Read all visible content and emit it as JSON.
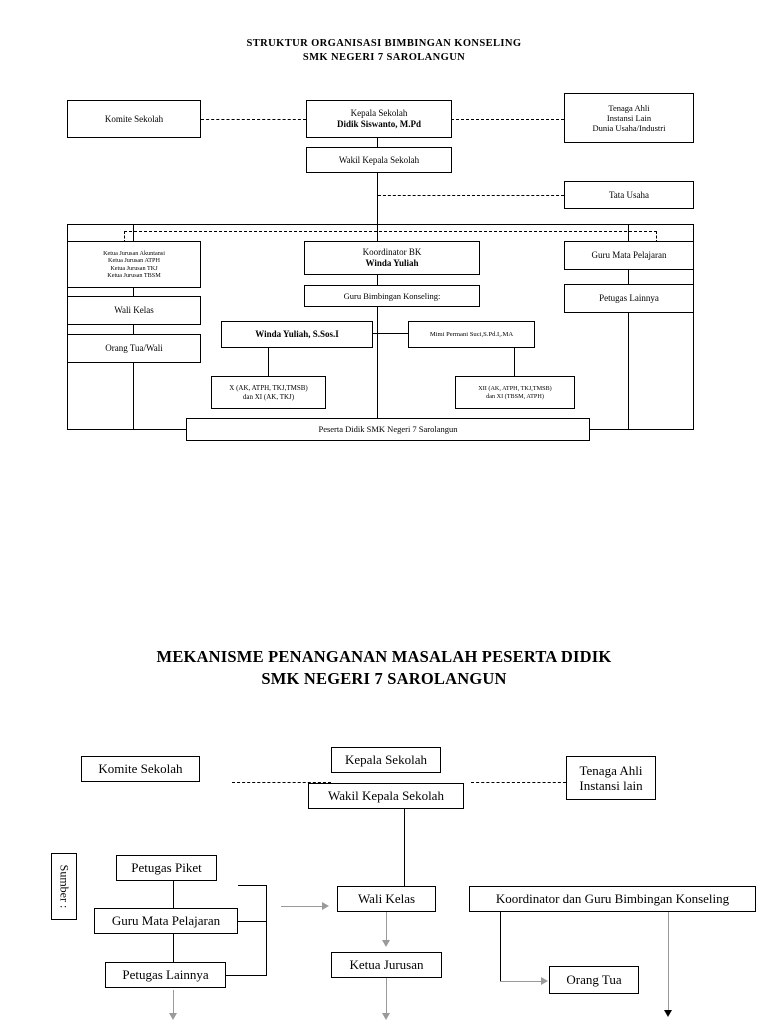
{
  "diagram1": {
    "title_line1": "STRUKTUR ORGANISASI BIMBINGAN KONSELING",
    "title_line2": "SMK NEGERI 7 SAROLANGUN",
    "nodes": {
      "komite_sekolah": "Komite Sekolah",
      "kepala_sekolah_label": "Kepala Sekolah",
      "kepala_sekolah_name": "Didik Siswanto, M.Pd",
      "tenaga_ahli_l1": "Tenaga Ahli",
      "tenaga_ahli_l2": "Instansi Lain",
      "tenaga_ahli_l3": "Dunia Usaha/Industri",
      "wakil_kepala_sekolah": "Wakil Kepala Sekolah",
      "tata_usaha": "Tata Usaha",
      "ketua_jurusan_l1": "Ketua Jurusan Akuntansi",
      "ketua_jurusan_l2": "Ketua Jurusan ATPH",
      "ketua_jurusan_l3": "Ketua Jurusan TKJ",
      "ketua_jurusan_l4": "Ketua Jurusan TBSM",
      "koordinator_bk_label": "Koordinator BK",
      "koordinator_bk_name": "Winda Yuliah",
      "guru_mata_pelajaran": "Guru Mata Pelajaran",
      "wali_kelas": "Wali Kelas",
      "guru_bimbingan_konseling": "Guru Bimbingan Konseling:",
      "petugas_lainnya": "Petugas Lainnya",
      "orang_tua_wali": "Orang Tua/Wali",
      "konselor_1": "Winda Yuliah, S.Sos.I",
      "konselor_2": "Mimi Permani Suci,S.Pd.I,.MA",
      "kelas_kiri_l1": "X (AK, ATPH, TKJ,TMSB)",
      "kelas_kiri_l2": "dan XI (AK, TKJ)",
      "kelas_kanan_l1": "XII (AK, ATPH, TKJ,TMSB)",
      "kelas_kanan_l2": "dan XI (TBSM, ATPH)",
      "peserta_didik": "Peserta Didik SMK Negeri 7 Sarolangun"
    }
  },
  "diagram2": {
    "title_line1": "MEKANISME PENANGANAN MASALAH PESERTA DIDIK",
    "title_line2": "SMK NEGERI 7 SAROLANGUN",
    "nodes": {
      "komite_sekolah": "Komite Sekolah",
      "kepala_sekolah": "Kepala Sekolah",
      "wakil_kepala_sekolah": "Wakil Kepala Sekolah",
      "tenaga_ahli_l1": "Tenaga Ahli",
      "tenaga_ahli_l2": "Instansi lain",
      "sumber_label": "Sumber :",
      "petugas_piket": "Petugas Piket",
      "guru_mata_pelajaran": "Guru Mata Pelajaran",
      "petugas_lainnya": "Petugas Lainnya",
      "wali_kelas": "Wali Kelas",
      "ketua_jurusan": "Ketua Jurusan",
      "koordinator_guru_bk": "Koordinator dan Guru Bimbingan Konseling",
      "orang_tua": "Orang Tua"
    }
  }
}
